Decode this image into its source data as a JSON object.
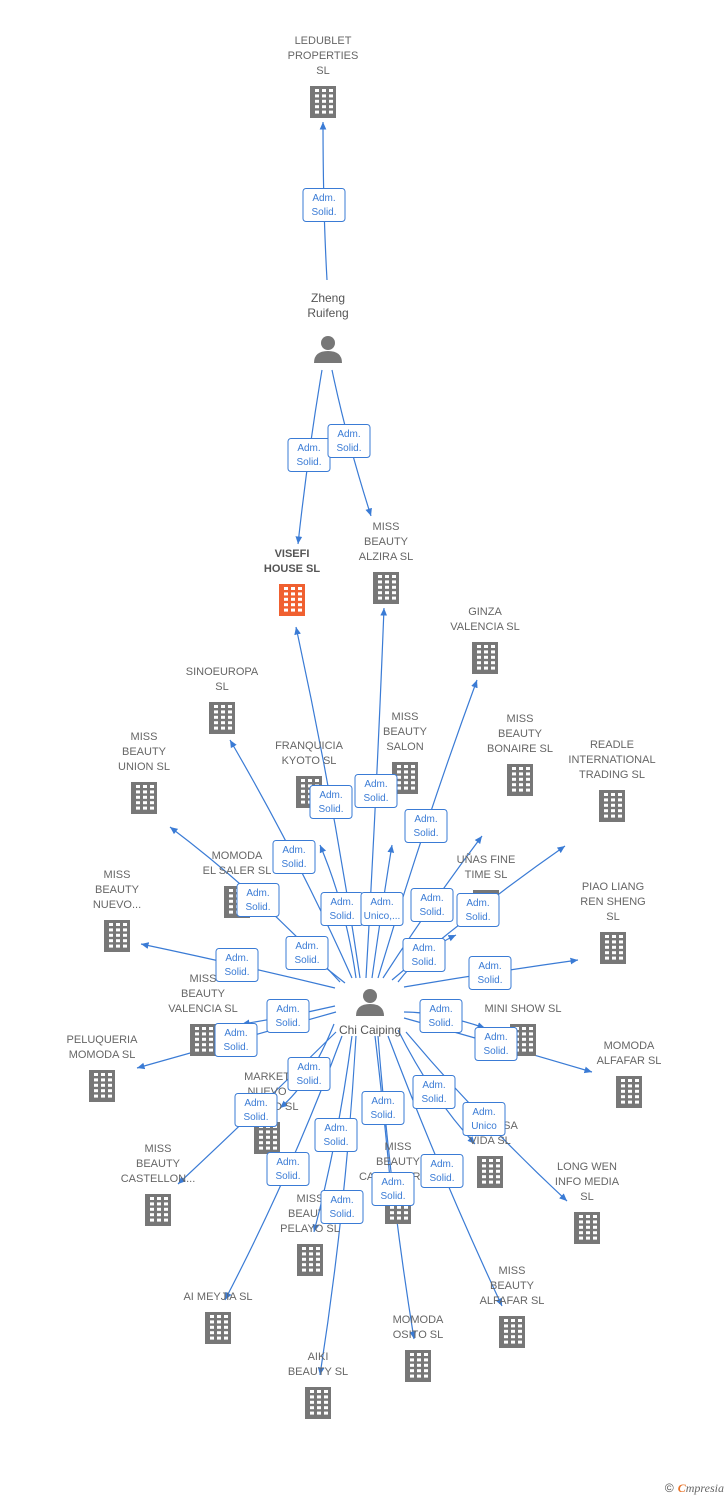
{
  "colors": {
    "edge": "#3a7bd5",
    "company": "#777777",
    "highlight": "#f06030",
    "person": "#777777",
    "label": "#666666"
  },
  "persons": [
    {
      "id": "zheng",
      "lines": [
        "Zheng",
        "Ruifeng"
      ]
    },
    {
      "id": "chi",
      "lines": [
        "Chi Caiping"
      ]
    }
  ],
  "companies": [
    {
      "id": "ledublet",
      "lines": [
        "LEDUBLET",
        "PROPERTIES",
        "SL"
      ]
    },
    {
      "id": "visefi",
      "lines": [
        "VISEFI",
        "HOUSE  SL"
      ],
      "highlight": true
    },
    {
      "id": "alzira",
      "lines": [
        "MISS",
        "BEAUTY",
        "ALZIRA  SL"
      ]
    },
    {
      "id": "ginza",
      "lines": [
        "GINZA",
        "VALENCIA  SL"
      ]
    },
    {
      "id": "sinoeuropa",
      "lines": [
        "SINOEUROPA",
        "SL"
      ]
    },
    {
      "id": "union",
      "lines": [
        "MISS",
        "BEAUTY",
        "UNION  SL"
      ]
    },
    {
      "id": "kyoto",
      "lines": [
        "FRANQUICIA",
        "KYOTO  SL"
      ]
    },
    {
      "id": "salon",
      "lines": [
        "MISS",
        "BEAUTY",
        "SALON"
      ]
    },
    {
      "id": "bonaire",
      "lines": [
        "MISS",
        "BEAUTY",
        "BONAIRE  SL"
      ]
    },
    {
      "id": "readle",
      "lines": [
        "READLE",
        "INTERNATIONAL",
        "TRADING  SL"
      ]
    },
    {
      "id": "saler",
      "lines": [
        "MOMODA",
        "EL SALER  SL"
      ]
    },
    {
      "id": "unas_fine",
      "lines": [
        "UÑAS FINE",
        "TIME  SL"
      ]
    },
    {
      "id": "nuevo",
      "lines": [
        "MISS",
        "BEAUTY",
        "NUEVO..."
      ]
    },
    {
      "id": "piao",
      "lines": [
        "PIAO LIANG",
        "REN SHENG",
        "SL"
      ]
    },
    {
      "id": "valencia",
      "lines": [
        "MISS",
        "BEAUTY",
        "VALENCIA  SL"
      ]
    },
    {
      "id": "minishow",
      "lines": [
        "MINI SHOW  SL"
      ]
    },
    {
      "id": "peluqueria",
      "lines": [
        "PELUQUERIA",
        "MOMODA  SL"
      ]
    },
    {
      "id": "alfafar_m",
      "lines": [
        "MOMODA",
        "ALFAFAR  SL"
      ]
    },
    {
      "id": "centro",
      "lines": [
        "MARKET",
        "NUEVO",
        "CENTRO  SL"
      ]
    },
    {
      "id": "hermosa",
      "lines": [
        "UÑAS",
        "HERMOSA",
        "VIDA  SL"
      ]
    },
    {
      "id": "castellon",
      "lines": [
        "MISS",
        "BEAUTY",
        "CASTELLON..."
      ]
    },
    {
      "id": "campanar",
      "lines": [
        "MISS",
        "BEAUTY",
        "CAMPANAR  SL"
      ]
    },
    {
      "id": "longwen",
      "lines": [
        "LONG WEN",
        "INFO MEDIA",
        "SL"
      ]
    },
    {
      "id": "pelayo",
      "lines": [
        "MISS",
        "BEAUTY",
        "PELAYO  SL"
      ]
    },
    {
      "id": "meyjia",
      "lines": [
        "AI MEYJIA  SL"
      ]
    },
    {
      "id": "osito",
      "lines": [
        "MOMODA",
        "OSITO  SL"
      ]
    },
    {
      "id": "alfafar_b",
      "lines": [
        "MISS",
        "BEAUTY",
        "ALFAFAR  SL"
      ]
    },
    {
      "id": "aiki",
      "lines": [
        "AIKI",
        "BEAUTY  SL"
      ]
    }
  ],
  "edges": [
    {
      "from": "zheng",
      "to": "ledublet",
      "label": [
        "Adm.",
        "Solid."
      ]
    },
    {
      "from": "zheng",
      "to": "visefi",
      "label": [
        "Adm.",
        "Solid."
      ]
    },
    {
      "from": "zheng",
      "to": "alzira",
      "label": [
        "Adm.",
        "Solid."
      ]
    },
    {
      "from": "chi",
      "to": "visefi",
      "label": [
        "Adm.",
        "Solid."
      ]
    },
    {
      "from": "chi",
      "to": "alzira",
      "label": [
        "Adm.",
        "Solid."
      ]
    },
    {
      "from": "chi",
      "to": "ginza",
      "label": [
        "Adm.",
        "Solid."
      ]
    },
    {
      "from": "chi",
      "to": "sinoeuropa",
      "label": [
        "Adm.",
        "Solid."
      ]
    },
    {
      "from": "chi",
      "to": "union",
      "label": [
        "Adm.",
        "Solid."
      ]
    },
    {
      "from": "chi",
      "to": "kyoto",
      "label": [
        "Adm.",
        "Solid."
      ]
    },
    {
      "from": "chi",
      "to": "salon",
      "label": [
        "Adm.",
        "Unico,..."
      ]
    },
    {
      "from": "chi",
      "to": "bonaire",
      "label": [
        "Adm.",
        "Solid."
      ]
    },
    {
      "from": "chi",
      "to": "readle",
      "label": [
        "Adm.",
        "Solid."
      ]
    },
    {
      "from": "chi",
      "to": "saler",
      "label": [
        "Adm.",
        "Solid."
      ]
    },
    {
      "from": "chi",
      "to": "unas_fine",
      "label": [
        "Adm.",
        "Solid."
      ]
    },
    {
      "from": "chi",
      "to": "nuevo",
      "label": [
        "Adm.",
        "Solid."
      ]
    },
    {
      "from": "chi",
      "to": "piao",
      "label": [
        "Adm.",
        "Solid."
      ]
    },
    {
      "from": "chi",
      "to": "valencia",
      "label": [
        "Adm.",
        "Solid."
      ]
    },
    {
      "from": "chi",
      "to": "minishow",
      "label": [
        "Adm.",
        "Solid."
      ]
    },
    {
      "from": "chi",
      "to": "peluqueria",
      "label": [
        "Adm.",
        "Solid."
      ]
    },
    {
      "from": "chi",
      "to": "alfafar_m",
      "label": [
        "Adm.",
        "Solid."
      ]
    },
    {
      "from": "chi",
      "to": "centro",
      "label": [
        "Adm.",
        "Solid."
      ]
    },
    {
      "from": "chi",
      "to": "hermosa",
      "label": [
        "Adm.",
        "Solid."
      ]
    },
    {
      "from": "chi",
      "to": "castellon",
      "label": [
        "Adm.",
        "Solid."
      ]
    },
    {
      "from": "chi",
      "to": "campanar",
      "label": [
        "Adm.",
        "Solid."
      ]
    },
    {
      "from": "chi",
      "to": "longwen",
      "label": [
        "Adm.",
        "Unico"
      ]
    },
    {
      "from": "chi",
      "to": "pelayo",
      "label": [
        "Adm.",
        "Solid."
      ]
    },
    {
      "from": "chi",
      "to": "meyjia",
      "label": [
        "Adm.",
        "Solid."
      ]
    },
    {
      "from": "chi",
      "to": "osito",
      "label": [
        "Adm.",
        "Solid."
      ]
    },
    {
      "from": "chi",
      "to": "alfafar_b",
      "label": [
        "Adm.",
        "Solid."
      ]
    },
    {
      "from": "chi",
      "to": "aiki",
      "label": [
        "Adm.",
        "Solid."
      ]
    }
  ],
  "footer": {
    "copyright": "©",
    "brand_initial": "C",
    "brand_rest": "mpresia"
  }
}
